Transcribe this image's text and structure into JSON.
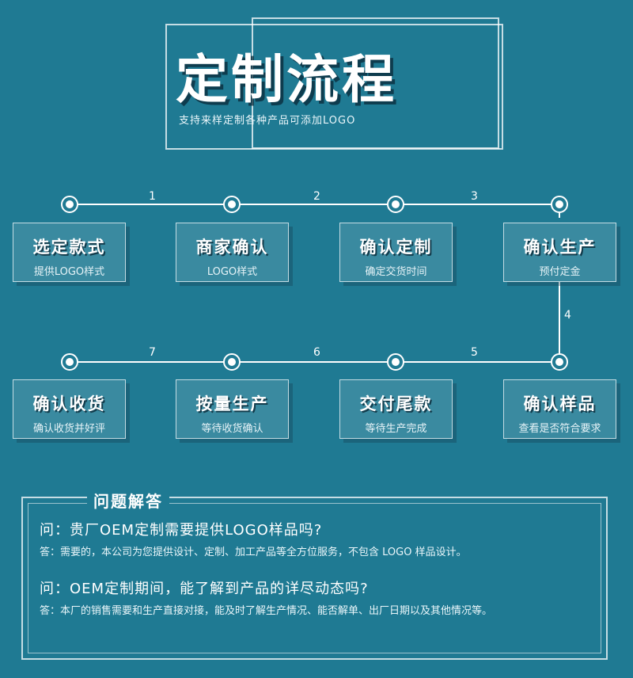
{
  "header": {
    "title": "定制流程",
    "subtitle": "支持来样定制各种产品可添加LOGO"
  },
  "steps": [
    {
      "title": "选定款式",
      "desc": "提供LOGO样式"
    },
    {
      "title": "商家确认",
      "desc": "LOGO样式"
    },
    {
      "title": "确认定制",
      "desc": "确定交货时间"
    },
    {
      "title": "确认生产",
      "desc": "预付定金"
    },
    {
      "title": "确认样品",
      "desc": "查看是否符合要求"
    },
    {
      "title": "交付尾款",
      "desc": "等待生产完成"
    },
    {
      "title": "按量生产",
      "desc": "等待收货确认"
    },
    {
      "title": "确认收货",
      "desc": "确认收货并好评"
    }
  ],
  "connectors": [
    "1",
    "2",
    "3",
    "4",
    "5",
    "6",
    "7"
  ],
  "faq": {
    "label": "问题解答",
    "items": [
      {
        "q": "问：贵厂OEM定制需要提供LOGO样品吗?",
        "a": "答：需要的，本公司为您提供设计、定制、加工产品等全方位服务，不包含 LOGO 样品设计。"
      },
      {
        "q": "问：OEM定制期间，能了解到产品的详尽动态吗?",
        "a": "答：本厂的销售需要和生产直接对接，能及时了解生产情况、能否解单、出厂日期以及其他情况等。"
      }
    ]
  }
}
